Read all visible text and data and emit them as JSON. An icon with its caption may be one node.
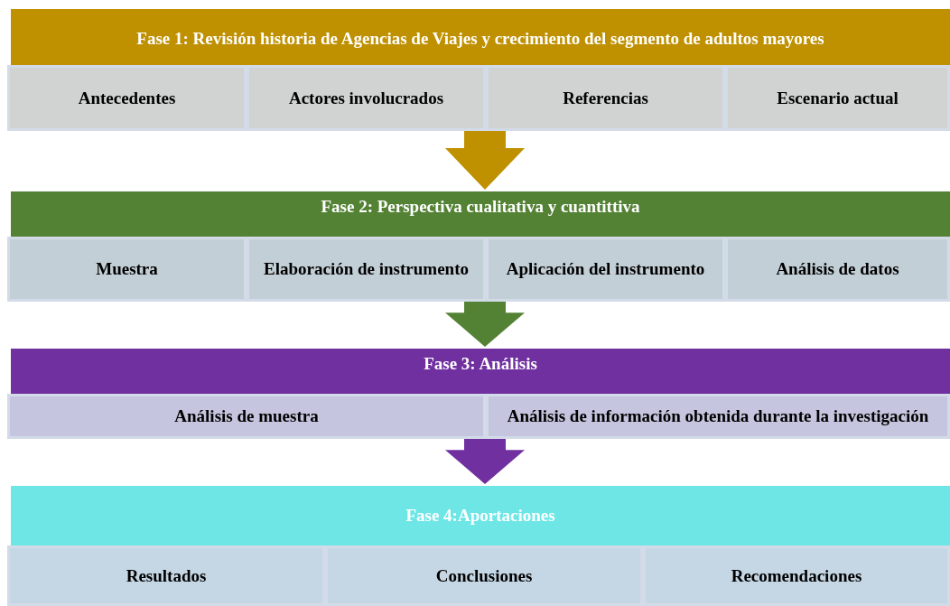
{
  "diagram": {
    "nodes": [
      {
        "text": [
          "Fase 1: Revisión historia de Agencias de Viajes y crecimiento del segmento de adultos mayores"
        ]
      },
      {
        "text": [
          "Antecedentes"
        ]
      },
      {
        "text": [
          "Actores involucrados"
        ]
      },
      {
        "text": [
          "Referencias"
        ]
      },
      {
        "text": [
          "Escenario actual"
        ]
      },
      {
        "text": [
          "Fase 2: Perspectiva cualitativa y cuantittiva"
        ]
      },
      {
        "text": [
          "Muestra"
        ]
      },
      {
        "text": [
          "Elaboración de instrumento"
        ]
      },
      {
        "text": [
          "Aplicación del instrumento"
        ]
      },
      {
        "text": [
          "Análisis de datos"
        ]
      },
      {
        "text": [
          "Fase 3:  Análisis"
        ]
      },
      {
        "text": [
          "Análisis de muestra"
        ]
      },
      {
        "text": [
          "Análisis de información obtenida durante la investigación"
        ]
      },
      {
        "text": [
          "Fase 4:Aportaciones"
        ]
      },
      {
        "text": [
          "Resultados"
        ]
      },
      {
        "text": [
          "Conclusiones"
        ]
      },
      {
        "text": [
          "Recomendaciones"
        ]
      }
    ],
    "edges": [
      {
        "from": 0,
        "to": 5,
        "arrow": "to",
        "style": "thick",
        "color": "#bf9000"
      },
      {
        "from": 5,
        "to": 10,
        "arrow": "to",
        "style": "thick",
        "color": "#548235"
      },
      {
        "from": 10,
        "to": 13,
        "arrow": "to",
        "style": "thick",
        "color": "#7030a0"
      }
    ]
  }
}
